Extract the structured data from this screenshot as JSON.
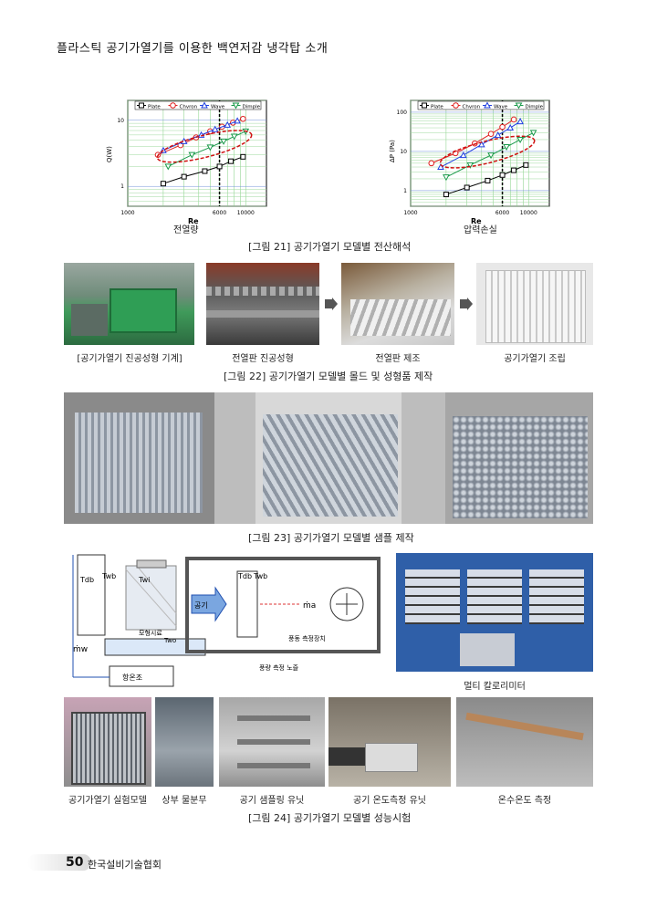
{
  "header": {
    "title": "플라스틱 공기가열기를 이용한 백연저감 냉각탑 소개"
  },
  "fig21": {
    "caption": "[그림 21] 공기가열기 모델별 전산해석",
    "legend": [
      "Plate",
      "Chvron",
      "Wave",
      "Dimple"
    ],
    "left": {
      "ylabel": "Q(W)",
      "xlabel": "Re",
      "subtitle": "전열량",
      "xticks": [
        "1000",
        "6000",
        "10000"
      ],
      "yticks": [
        "10",
        "1"
      ]
    },
    "right": {
      "ylabel": "ΔP (Pa)",
      "xlabel": "Re",
      "subtitle": "압력손실",
      "xticks": [
        "1000",
        "6000",
        "10000"
      ],
      "yticks": [
        "100",
        "10",
        "1"
      ]
    }
  },
  "fig22": {
    "caption": "[그림 22] 공기가열기 모델별 몰드 및 성형품 제작",
    "labels": [
      "[공기가열기 진공성형 기계]",
      "전열판 진공성형",
      "전열판 제조",
      "공기가열기 조립"
    ]
  },
  "fig23": {
    "caption": "[그림 23] 공기가열기 모델별 샘플 제작"
  },
  "fig24": {
    "caption": "[그림 24] 공기가열기 모델별 성능시험",
    "diagram": {
      "t_db": "Tdb",
      "t_wb": "Twb",
      "t_wi": "Twi",
      "t_wo": "Two",
      "sample": "모형시료",
      "thermo": "항온조",
      "air": "공기",
      "ma": "ṁa",
      "mw": "ṁw",
      "flow_device": "풍동 측정장치",
      "nozzle": "풍량 측정 노즐"
    },
    "right_label": "멀티 칼로리미터",
    "labels": [
      "공기가열기 실험모델",
      "상부 물분무",
      "공기 샘플링 유닛",
      "공기 온도측정 유닛",
      "온수온도 측정"
    ]
  },
  "footer": {
    "page": "50",
    "org": "한국설비기술협회"
  },
  "chart_data": [
    {
      "type": "line",
      "title": "",
      "subtitle": "전열량",
      "xlabel": "Re",
      "ylabel": "Q(W)",
      "xscale": "log",
      "yscale": "log",
      "xlim": [
        1000,
        15000
      ],
      "ylim": [
        0.5,
        20
      ],
      "marker_line_x": 6000,
      "grid": true,
      "legend_position": "top",
      "series": [
        {
          "name": "Plate",
          "color": "#000000",
          "x": [
            2000,
            3000,
            4500,
            6000,
            7500,
            9500
          ],
          "y": [
            1.1,
            1.4,
            1.7,
            2.0,
            2.4,
            2.8
          ]
        },
        {
          "name": "Chvron",
          "color": "#e02020",
          "x": [
            1800,
            2800,
            3800,
            5000,
            6300,
            7800,
            9500
          ],
          "y": [
            3.0,
            4.2,
            5.5,
            6.8,
            8.0,
            9.2,
            10.5
          ]
        },
        {
          "name": "Wave",
          "color": "#2040e0",
          "x": [
            2000,
            3000,
            4200,
            5500,
            7000,
            8500
          ],
          "y": [
            3.5,
            4.8,
            6.0,
            7.3,
            8.5,
            9.8
          ]
        },
        {
          "name": "Dimple",
          "color": "#1a9a4a",
          "x": [
            2200,
            3500,
            5000,
            6500,
            8000,
            10000
          ],
          "y": [
            2.0,
            3.0,
            3.9,
            4.8,
            5.7,
            6.8
          ]
        }
      ]
    },
    {
      "type": "line",
      "title": "",
      "subtitle": "압력손실",
      "xlabel": "Re",
      "ylabel": "ΔP (Pa)",
      "xscale": "log",
      "yscale": "log",
      "xlim": [
        1000,
        15000
      ],
      "ylim": [
        0.4,
        200
      ],
      "marker_line_x": 6000,
      "grid": true,
      "legend_position": "top",
      "series": [
        {
          "name": "Plate",
          "color": "#000000",
          "x": [
            2000,
            3000,
            4500,
            6000,
            7500,
            9500
          ],
          "y": [
            0.8,
            1.2,
            1.8,
            2.5,
            3.3,
            4.5
          ]
        },
        {
          "name": "Chvron",
          "color": "#e02020",
          "x": [
            1500,
            2400,
            3500,
            4800,
            6000,
            7500
          ],
          "y": [
            5,
            9,
            16,
            28,
            42,
            65
          ]
        },
        {
          "name": "Wave",
          "color": "#2040e0",
          "x": [
            1800,
            2800,
            4000,
            5500,
            7000,
            8500
          ],
          "y": [
            4,
            8,
            15,
            26,
            40,
            58
          ]
        },
        {
          "name": "Dimple",
          "color": "#1a9a4a",
          "x": [
            2000,
            3200,
            4800,
            6500,
            8500,
            11000
          ],
          "y": [
            2.2,
            4.5,
            8,
            13,
            20,
            30
          ]
        }
      ]
    }
  ]
}
